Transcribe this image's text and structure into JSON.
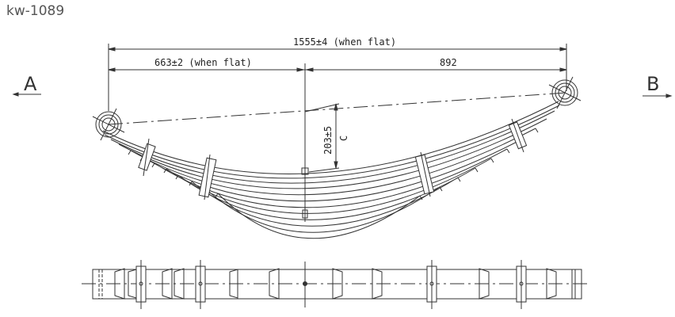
{
  "title": "kw-1089",
  "drawing": {
    "overall_length_label": "1555±4 (when flat)",
    "left_section_label": "663±2 (when flat)",
    "right_section_label": "892",
    "camber_label": "203±5",
    "camber_symbol": "C",
    "view_left": "A",
    "view_right": "B",
    "colors": {
      "line": "#333333",
      "background": "#ffffff",
      "title": "#555555"
    }
  }
}
